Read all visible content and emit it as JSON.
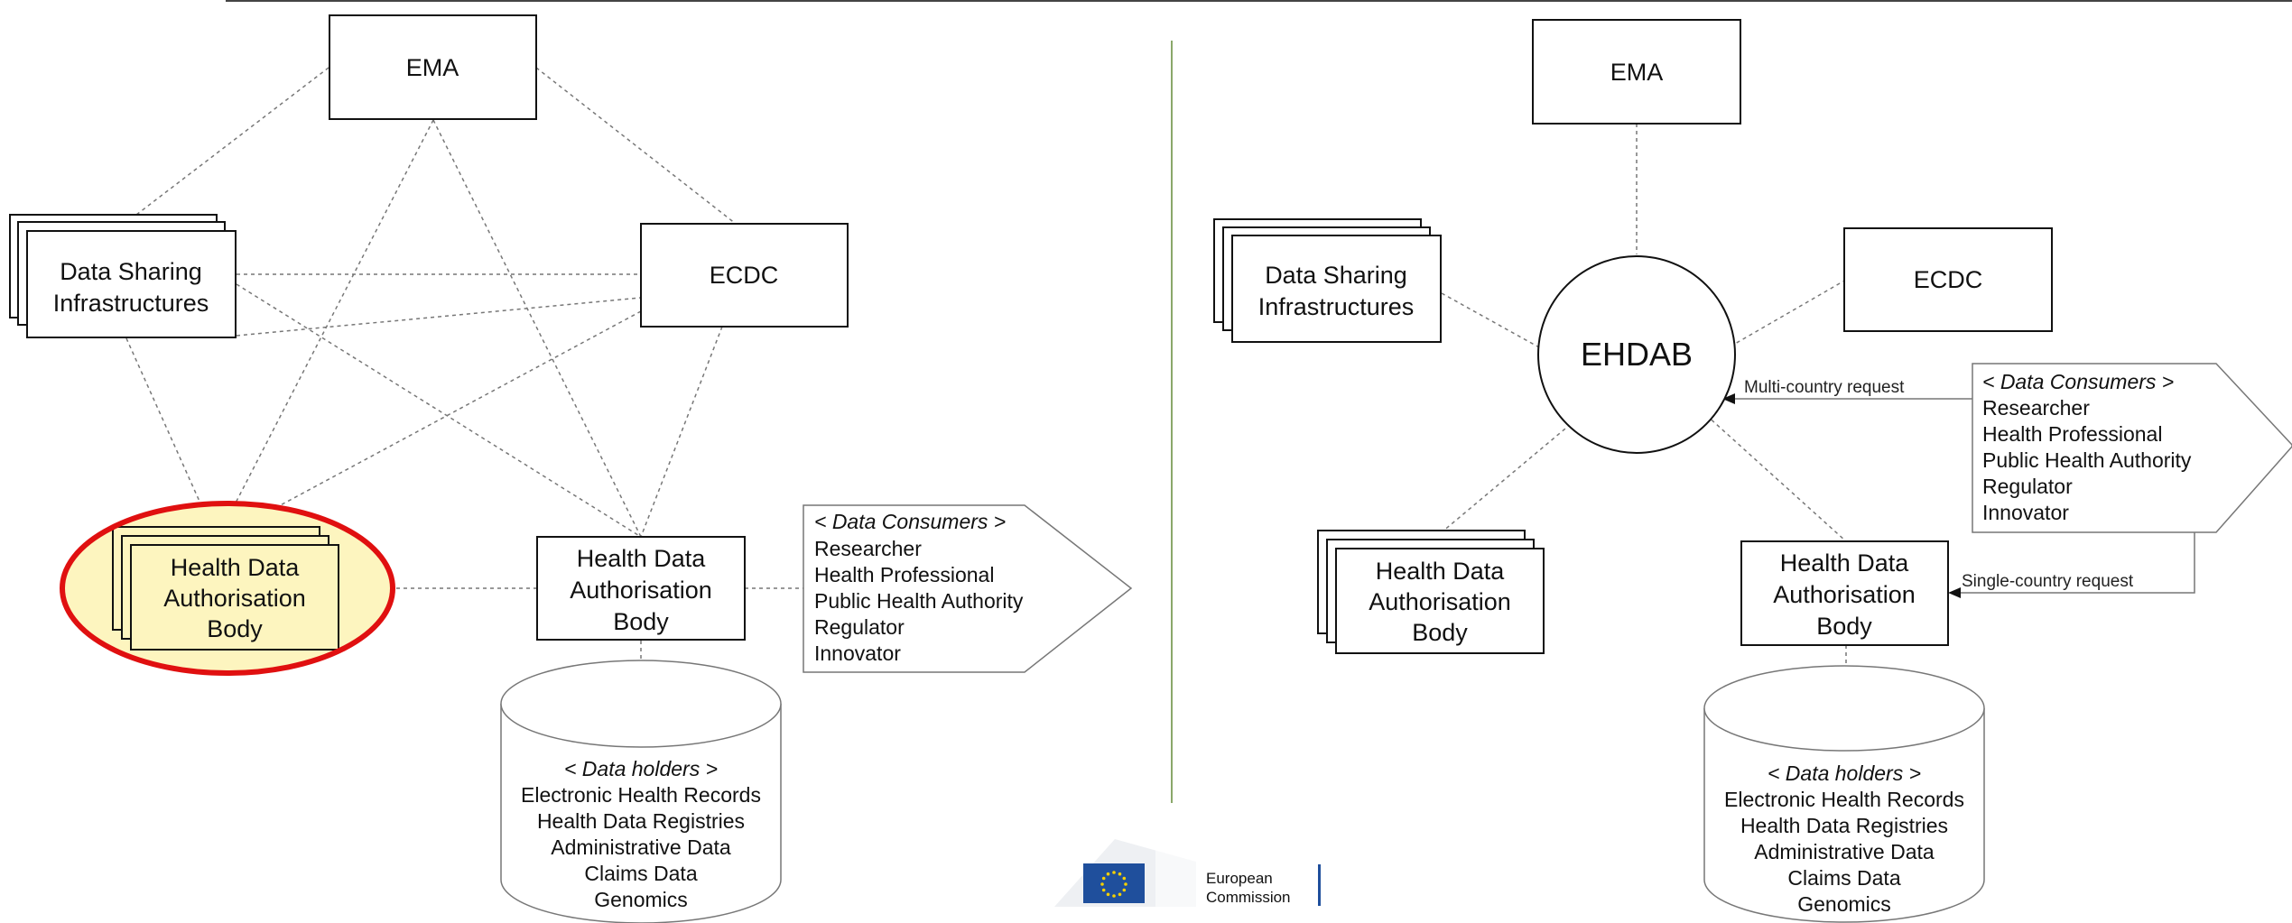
{
  "left": {
    "ema": "EMA",
    "ecdc": "ECDC",
    "dsi": [
      "Data Sharing",
      "Infrastructures"
    ],
    "hdab_stack": [
      "Health Data",
      "Authorisation",
      "Body"
    ],
    "hdab": [
      "Health Data",
      "Authorisation",
      "Body"
    ],
    "consumers": {
      "heading": "< Data Consumers >",
      "items": [
        "Researcher",
        "Health Professional",
        "Public Health Authority",
        "Regulator",
        "Innovator"
      ]
    },
    "holders": {
      "heading": "< Data holders >",
      "items": [
        "Electronic Health Records",
        "Health Data Registries",
        "Administrative Data",
        "Claims Data",
        "Genomics"
      ]
    }
  },
  "right": {
    "ema": "EMA",
    "ecdc": "ECDC",
    "ehdab": "EHDAB",
    "dsi": [
      "Data Sharing",
      "Infrastructures"
    ],
    "hdab_stack": [
      "Health Data",
      "Authorisation",
      "Body"
    ],
    "hdab": [
      "Health Data",
      "Authorisation",
      "Body"
    ],
    "multi_request": "Multi-country  request",
    "single_request": "Single-country  request",
    "consumers": {
      "heading": "< Data Consumers >",
      "items": [
        "Researcher",
        "Health Professional",
        "Public Health Authority",
        "Regulator",
        "Innovator"
      ]
    },
    "holders": {
      "heading": "< Data holders >",
      "items": [
        "Electronic Health Records",
        "Health Data Registries",
        "Administrative Data",
        "Claims Data",
        "Genomics"
      ]
    }
  },
  "logo": {
    "line1": "European",
    "line2": "Commission"
  },
  "colors": {
    "highlight_fill": "#fdf5bf",
    "highlight_ring": "#e01010",
    "divider": "#8aa86a",
    "eu_flag": "#1f4f9c",
    "eu_stars": "#f5d000"
  }
}
